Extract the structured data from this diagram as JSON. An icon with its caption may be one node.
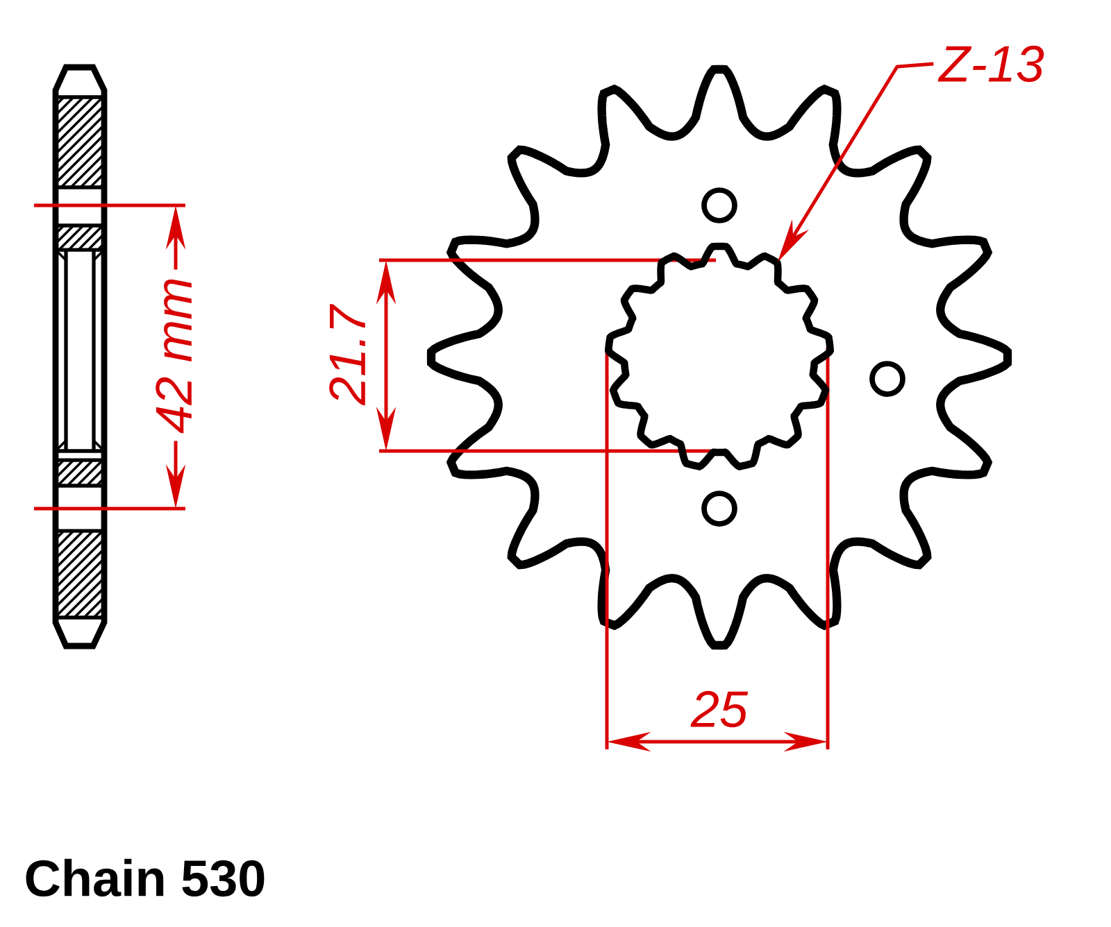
{
  "diagram": {
    "nodes": [
      {
        "text": [
          "Z-13"
        ]
      },
      {
        "text": [],
        "shape": "picture"
      }
    ],
    "edges": [
      {
        "from": 0,
        "to": 1,
        "arrow": "to"
      }
    ],
    "labels": [
      "42 mm",
      "21.7",
      "25",
      "Chain 530"
    ]
  }
}
